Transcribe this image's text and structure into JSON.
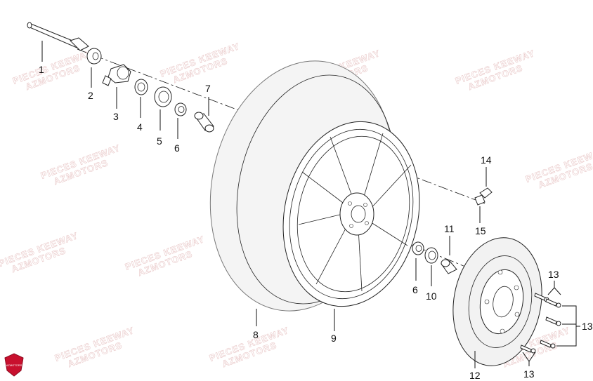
{
  "diagram": {
    "callouts": [
      "1",
      "2",
      "3",
      "4",
      "5",
      "6",
      "7",
      "8",
      "9",
      "6",
      "10",
      "11",
      "12",
      "13",
      "13",
      "13",
      "14",
      "15"
    ],
    "watermark_line1": "PIECES KEEWAY",
    "watermark_line2": "AZMOTORS",
    "logo_text": "AZMOTORS",
    "colors": {
      "ink": "#111111",
      "watermark": "#e9c9c9",
      "logo_red": "#c8102e"
    }
  }
}
